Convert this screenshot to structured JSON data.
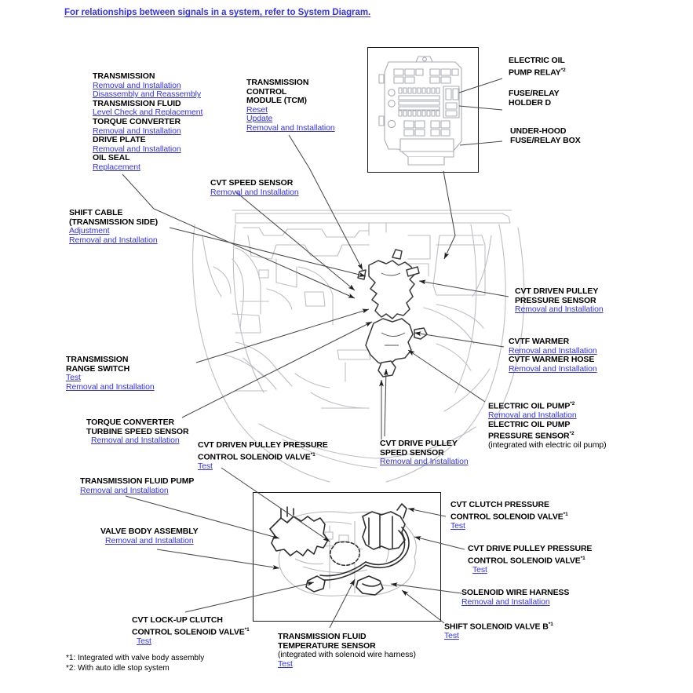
{
  "banner": {
    "text": "For relationships between signals in a system, refer to System Diagram."
  },
  "colors": {
    "link": "#3232ee",
    "text": "#000000",
    "frame": "#1a1a1a",
    "faint_line": "#b9bcc4",
    "part_line": "#3a3a3a"
  },
  "labels": {
    "transmission": {
      "title": "TRANSMISSION",
      "links": [
        "Removal and Installation",
        "Disassembly and Reassembly"
      ]
    },
    "transmission_fluid": {
      "title": "TRANSMISSION FLUID",
      "links": [
        "Level Check and Replacement"
      ]
    },
    "torque_converter": {
      "title": "TORQUE CONVERTER",
      "links": [
        "Removal and Installation"
      ]
    },
    "drive_plate": {
      "title": "DRIVE PLATE",
      "links": [
        "Removal and Installation"
      ]
    },
    "oil_seal": {
      "title": "OIL SEAL",
      "links": [
        "Replacement"
      ]
    },
    "tcm": {
      "title_line1": "TRANSMISSION",
      "title_line2": "CONTROL",
      "title_line3": "MODULE (TCM)",
      "links": [
        "Reset",
        "Update",
        "Removal and Installation"
      ]
    },
    "electric_oil_pump_relay": {
      "title_line1": "ELECTRIC OIL",
      "title_line2": "PUMP RELAY",
      "footnote_mark": "*2"
    },
    "fuse_relay_holder_d": {
      "title_line1": "FUSE/RELAY",
      "title_line2": "HOLDER D"
    },
    "under_hood_fuse_relay_box": {
      "title_line1": "UNDER-HOOD",
      "title_line2": "FUSE/RELAY BOX"
    },
    "cvt_speed_sensor": {
      "title": "CVT SPEED SENSOR",
      "links": [
        "Removal and Installation"
      ]
    },
    "shift_cable": {
      "title_line1": "SHIFT CABLE",
      "title_line2": "(TRANSMISSION SIDE)",
      "links": [
        "Adjustment",
        "Removal and Installation"
      ]
    },
    "transmission_range_switch": {
      "title_line1": "TRANSMISSION",
      "title_line2": "RANGE SWITCH",
      "links": [
        "Test",
        "Removal and Installation"
      ]
    },
    "torque_converter_turbine_speed_sensor": {
      "title_line1": "TORQUE CONVERTER",
      "title_line2": "TURBINE SPEED SENSOR",
      "links": [
        "Removal and Installation"
      ]
    },
    "cvt_driven_pulley_pressure_control_solenoid_valve": {
      "title_line1": "CVT DRIVEN PULLEY PRESSURE",
      "title_line2": "CONTROL SOLENOID VALVE",
      "footnote_mark": "*1",
      "links": [
        "Test"
      ]
    },
    "cvt_drive_pulley_speed_sensor": {
      "title_line1": "CVT DRIVE PULLEY",
      "title_line2": "SPEED SENSOR",
      "links": [
        "Removal and Installation"
      ]
    },
    "cvt_driven_pulley_pressure_sensor": {
      "title_line1": "CVT DRIVEN PULLEY",
      "title_line2": "PRESSURE SENSOR",
      "links": [
        "Removal and Installation"
      ]
    },
    "cvtf_warmer": {
      "title": "CVTF WARMER",
      "links": [
        "Removal and Installation"
      ]
    },
    "cvtf_warmer_hose": {
      "title": "CVTF WARMER HOSE",
      "links": [
        "Removal and Installation"
      ]
    },
    "electric_oil_pump": {
      "title": "ELECTRIC OIL PUMP",
      "footnote_mark": "*2",
      "links": [
        "Removal and Installation"
      ]
    },
    "electric_oil_pump_pressure_sensor": {
      "title_line1": "ELECTRIC OIL PUMP",
      "title_line2": "PRESSURE SENSOR",
      "footnote_mark": "*2",
      "note": "(integrated with electric oil pump)"
    },
    "transmission_fluid_pump": {
      "title": "TRANSMISSION FLUID PUMP",
      "links": [
        "Removal and Installation"
      ]
    },
    "valve_body_assembly": {
      "title": "VALVE BODY ASSEMBLY",
      "links": [
        "Removal and Installation"
      ]
    },
    "cvt_clutch_pressure_control_solenoid_valve": {
      "title_line1": "CVT CLUTCH PRESSURE",
      "title_line2": "CONTROL SOLENOID VALVE",
      "footnote_mark": "*1",
      "links": [
        "Test"
      ]
    },
    "cvt_drive_pulley_pressure_control_solenoid_valve": {
      "title_line1": "CVT DRIVE PULLEY PRESSURE",
      "title_line2": "CONTROL SOLENOID VALVE",
      "footnote_mark": "*1",
      "links": [
        "Test"
      ]
    },
    "solenoid_wire_harness": {
      "title": "SOLENOID WIRE HARNESS",
      "links": [
        "Removal and Installation"
      ]
    },
    "cvt_lock_up_clutch_control_solenoid_valve": {
      "title_line1": "CVT LOCK-UP CLUTCH",
      "title_line2": "CONTROL SOLENOID VALVE",
      "footnote_mark": "*1",
      "links": [
        "Test"
      ]
    },
    "transmission_fluid_temperature_sensor": {
      "title_line1": "TRANSMISSION FLUID",
      "title_line2": "TEMPERATURE SENSOR",
      "note": "(integrated with solenoid wire harness)",
      "links": [
        "Test"
      ]
    },
    "shift_solenoid_valve_b": {
      "title": "SHIFT SOLENOID VALVE B",
      "footnote_mark": "*1",
      "links": [
        "Test"
      ]
    }
  },
  "footnotes": [
    "*1: Integrated with valve body assembly",
    "*2: With auto idle stop system"
  ]
}
